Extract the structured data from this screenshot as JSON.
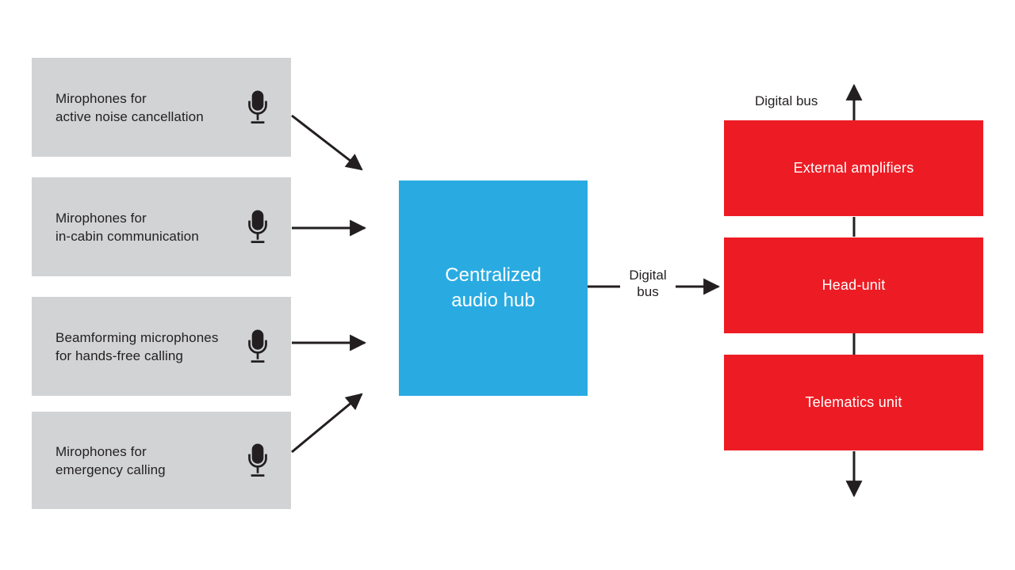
{
  "diagram": {
    "sources": [
      {
        "line1": "Mirophones for",
        "line2": "active noise cancellation",
        "icon": "microphone-icon"
      },
      {
        "line1": "Mirophones for",
        "line2": "in-cabin communication",
        "icon": "microphone-icon"
      },
      {
        "line1": "Beamforming microphones",
        "line2": "for hands-free calling",
        "icon": "microphone-icon"
      },
      {
        "line1": "Mirophones for",
        "line2": "emergency calling",
        "icon": "microphone-icon"
      }
    ],
    "hub": {
      "line1": "Centralized",
      "line2": "audio hub"
    },
    "bus_label_mid": {
      "line1": "Digital",
      "line2": "bus"
    },
    "bus_label_top": "Digital bus",
    "outputs": [
      {
        "label": "External amplifiers"
      },
      {
        "label": "Head-unit"
      },
      {
        "label": "Telematics unit"
      }
    ],
    "colors": {
      "source-fill": "#D1D3D4",
      "hub-fill": "#29ABE2",
      "output-fill": "#ED1C24",
      "ink": "#231F20",
      "text-light": "#FFFFFF"
    }
  }
}
